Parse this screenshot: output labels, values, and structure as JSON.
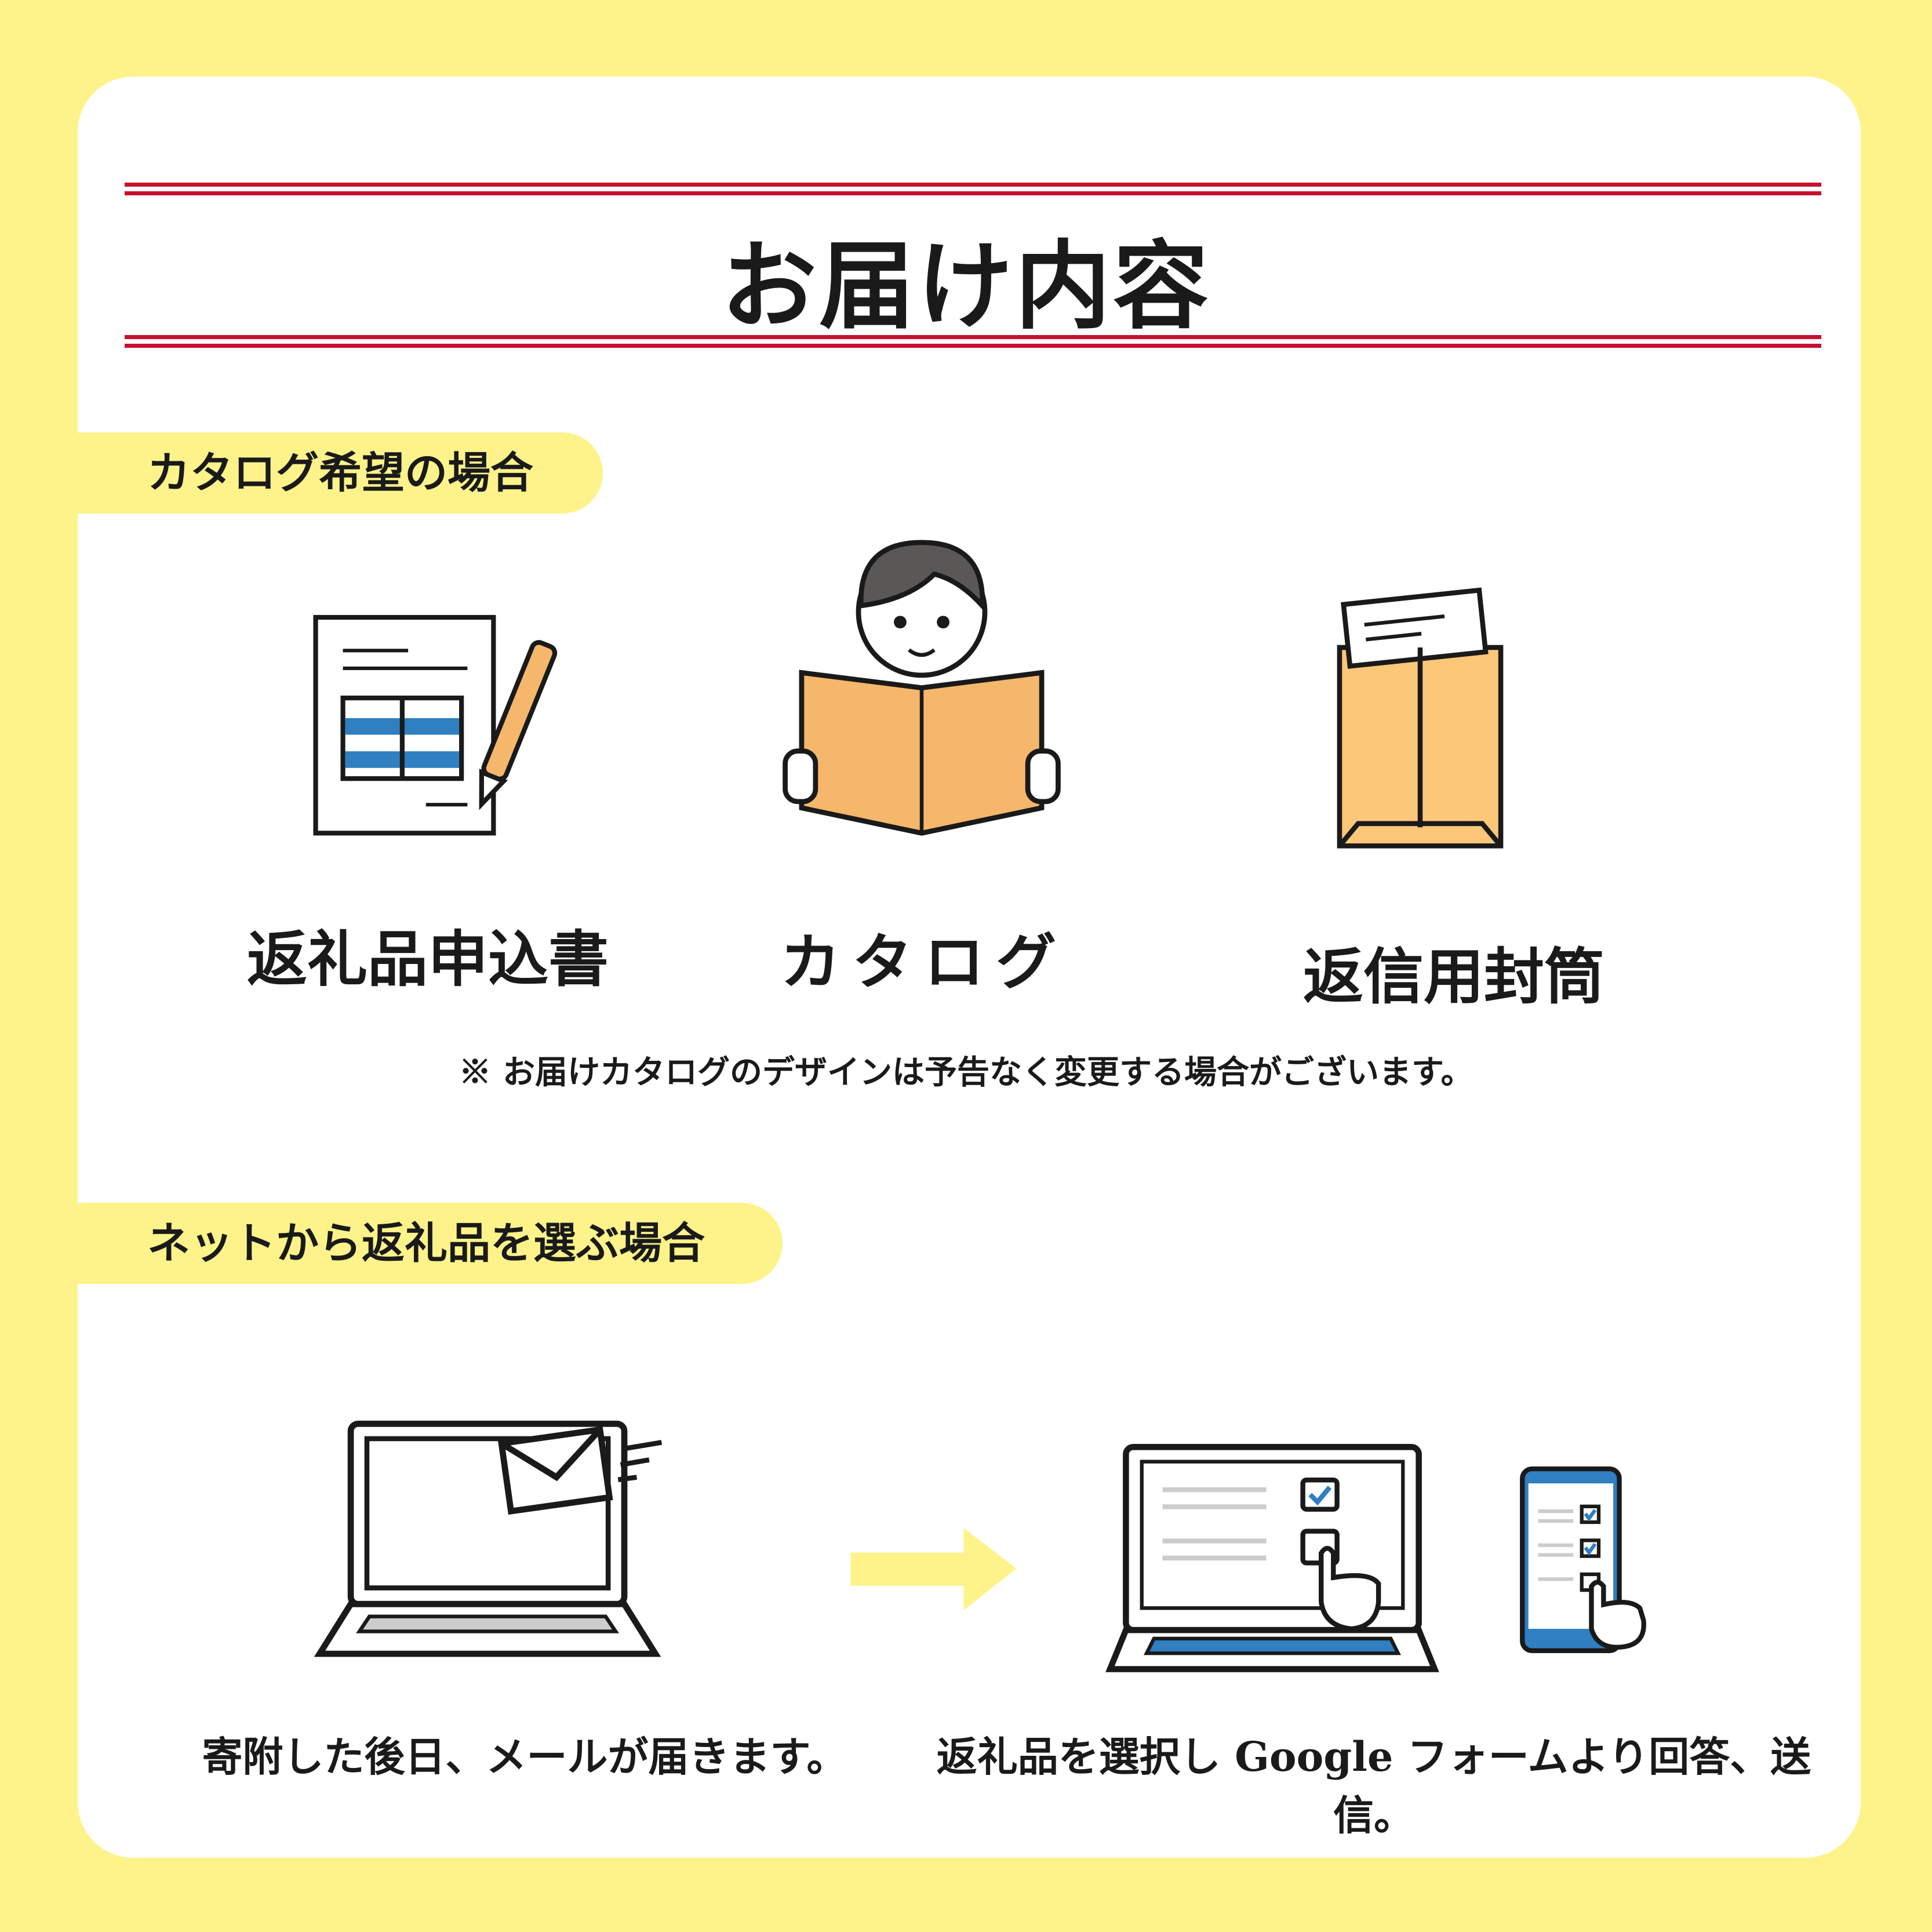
{
  "title": "お届け内容",
  "section_catalog": {
    "heading": "カタログ希望の場合",
    "items": [
      {
        "label": "返礼品申込書",
        "icon": "application-form-icon"
      },
      {
        "label": "カタログ",
        "icon": "reading-person-icon"
      },
      {
        "label": "返信用封筒",
        "icon": "envelope-icon"
      }
    ],
    "note": "※ お届けカタログのデザインは予告なく変更する場合がございます。"
  },
  "section_net": {
    "heading": "ネットから返礼品を選ぶ場合",
    "steps": [
      {
        "text": "寄附した後日、メールが届きます。",
        "icon": "laptop-mail-icon"
      },
      {
        "text": "返礼品を選択し Google フォームより回答、送信。",
        "icon": "laptop-form-icon"
      }
    ]
  },
  "colors": {
    "background": "#fef38a",
    "rule": "#c8102e",
    "accent_blue": "#2f7fc1",
    "orange": "#f5b76b"
  }
}
